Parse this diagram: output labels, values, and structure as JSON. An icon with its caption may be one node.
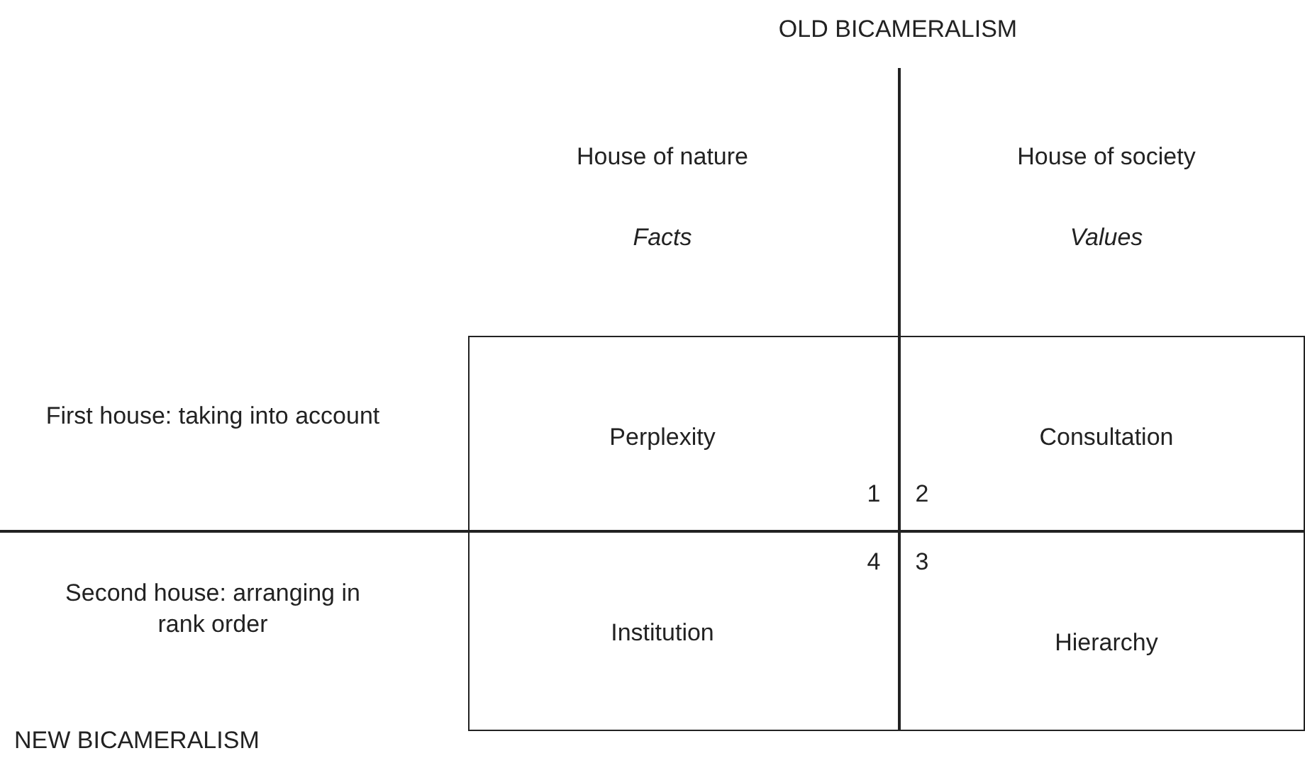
{
  "diagram": {
    "labels": [
      "OLD BICAMERALISM",
      "House of nature",
      "House of society",
      "Facts",
      "Values",
      "First house: taking into account",
      "Perplexity",
      "Consultation",
      "1",
      "2",
      "4",
      "3",
      "Second house: arranging in rank order",
      "Institution",
      "Hierarchy",
      "NEW BICAMERALISM"
    ]
  }
}
